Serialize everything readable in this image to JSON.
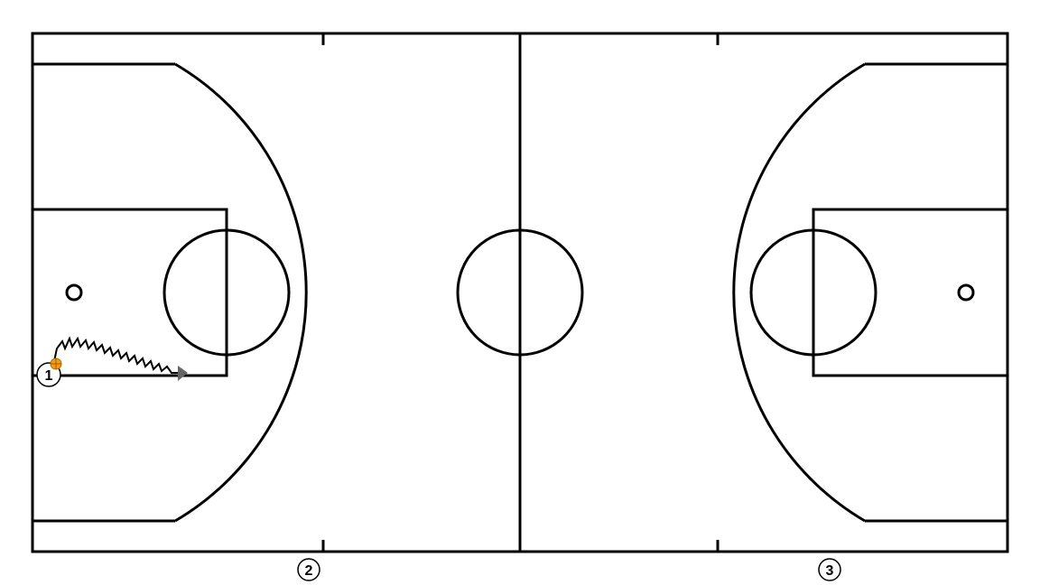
{
  "players": [
    {
      "label": "1",
      "has_ball": true
    },
    {
      "label": "2",
      "has_ball": false
    },
    {
      "label": "3",
      "has_ball": false
    }
  ],
  "colors": {
    "lines": "#000000",
    "court": "#ffffff",
    "ball": "#f39c12",
    "arrow": "#666666"
  },
  "actions": [
    {
      "type": "dribble",
      "player": "1",
      "icon": "zigzag-arrow"
    }
  ]
}
